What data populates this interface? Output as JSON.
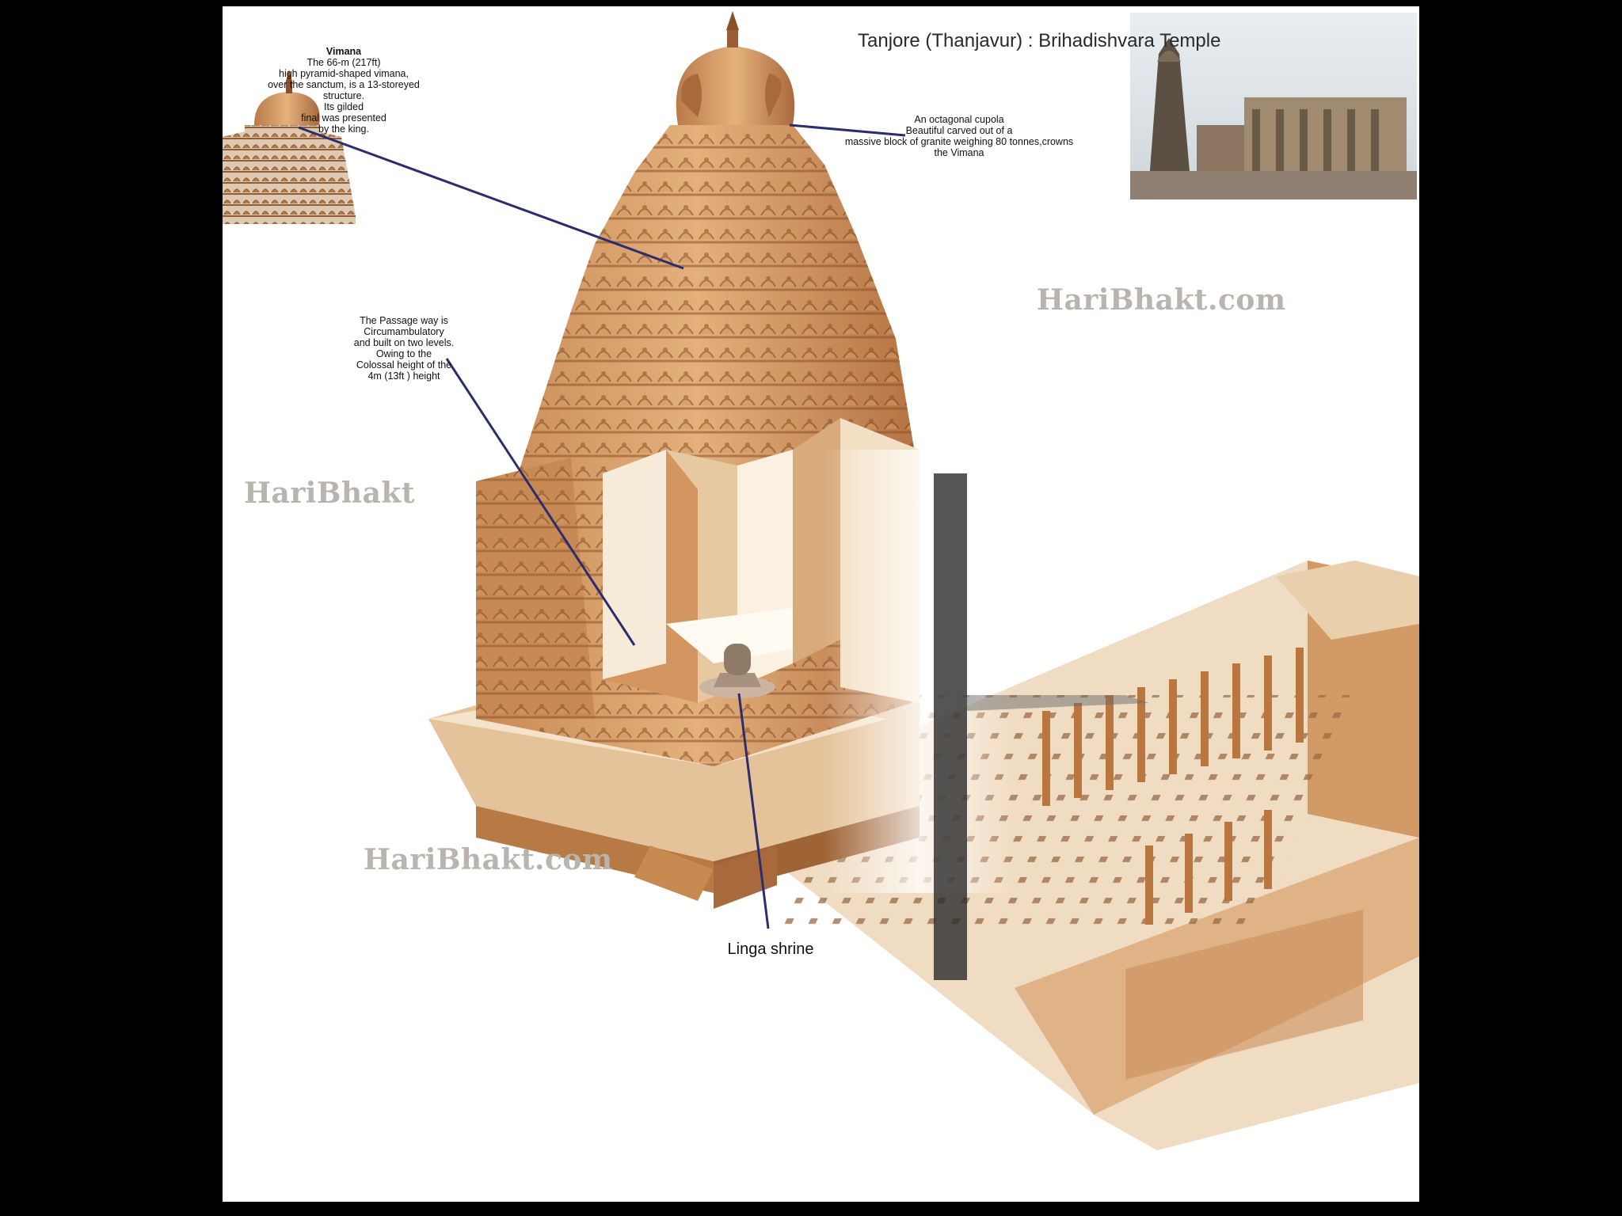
{
  "title": "Tanjore (Thanjavur) : Brihadishvara Temple",
  "vimana": {
    "heading": "Vimana",
    "lines": [
      "The 66-m (217ft)",
      "high pyramid-shaped vimana,",
      "over the sanctum, is a 13-storeyed structure.",
      "Its gilded",
      "final was presented",
      "by the king."
    ]
  },
  "cupola": {
    "lines": [
      "An octagonal cupola",
      "Beautiful carved out of a",
      "massive block of granite weighing 80 tonnes,crowns",
      "the Vimana"
    ]
  },
  "passage": {
    "lines": [
      "The Passage way is",
      "Circumambulatory",
      "and built on two levels.",
      "Owing to the",
      "Colossal height of the",
      "4m (13ft ) height"
    ]
  },
  "linga": "Linga shrine",
  "watermarks": {
    "wm1": "HariBhakt.com",
    "wm2": "HariBhakt",
    "wm3": "HariBhakt.com"
  },
  "colors": {
    "stone_light": "#f1dcc0",
    "stone_mid": "#d9a672",
    "stone_dark": "#a8683a",
    "leader_line": "#2b2e6e"
  }
}
